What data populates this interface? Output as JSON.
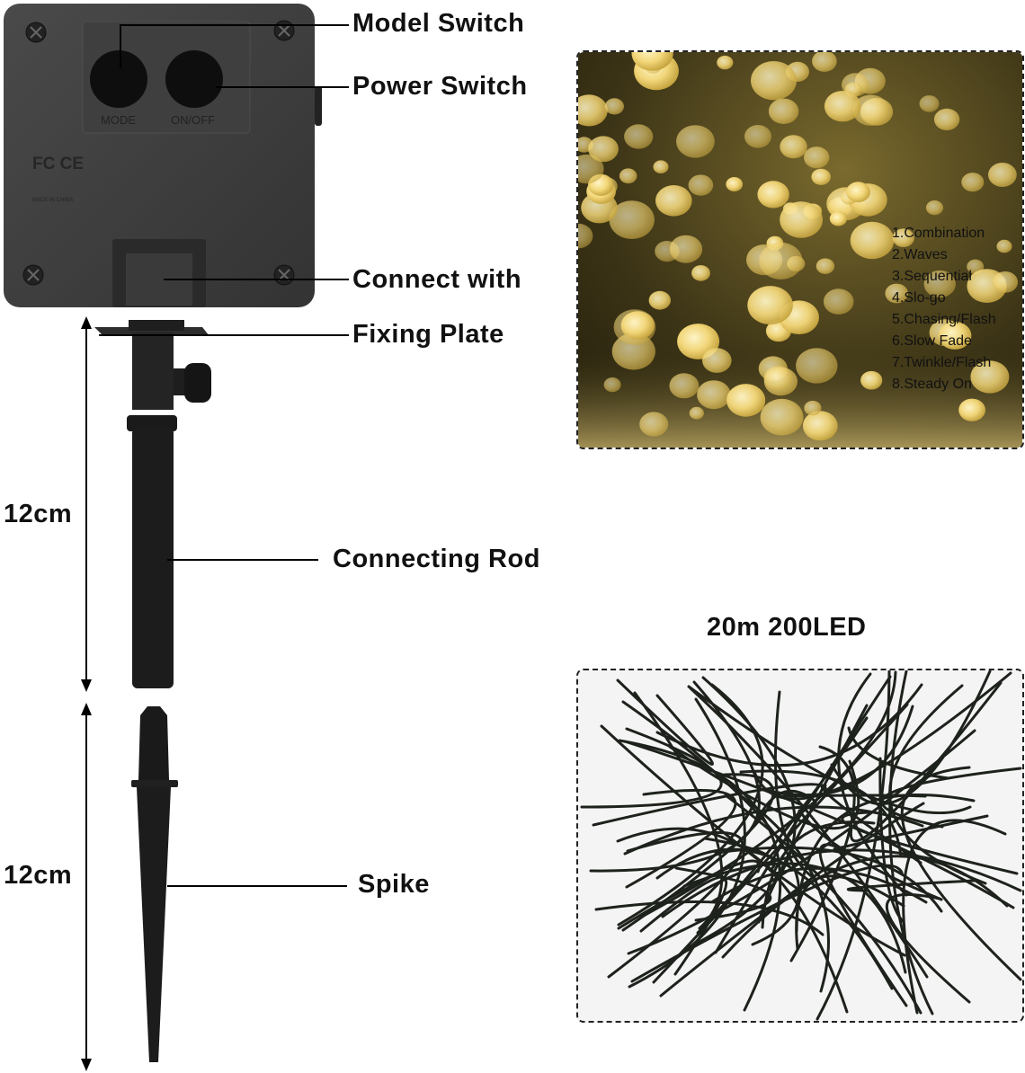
{
  "labels": {
    "model_switch": "Model Switch",
    "power_switch": "Power Switch",
    "connect_with": "Connect with",
    "fixing_plate": "Fixing Plate",
    "connecting_rod": "Connecting Rod",
    "spike": "Spike"
  },
  "dimensions": {
    "rod_length": "12cm",
    "spike_length": "12cm"
  },
  "box": {
    "mode_button": "MODE",
    "power_button": "ON/OFF",
    "cert_marks": "FC CE",
    "made_in": "MADE IN CHINA"
  },
  "light_modes": [
    "1.Combination",
    "2.Waves",
    "3.Sequential",
    "4.Slo-go",
    "5.Chasing/Flash",
    "6.Slow Fade",
    "7.Twinkle/Flash",
    "8.Steady On"
  ],
  "product_spec": "20m 200LED",
  "colors": {
    "led_warm": "#f3d77a",
    "housing": "#3a3a3a",
    "cable": "#1e221c"
  }
}
